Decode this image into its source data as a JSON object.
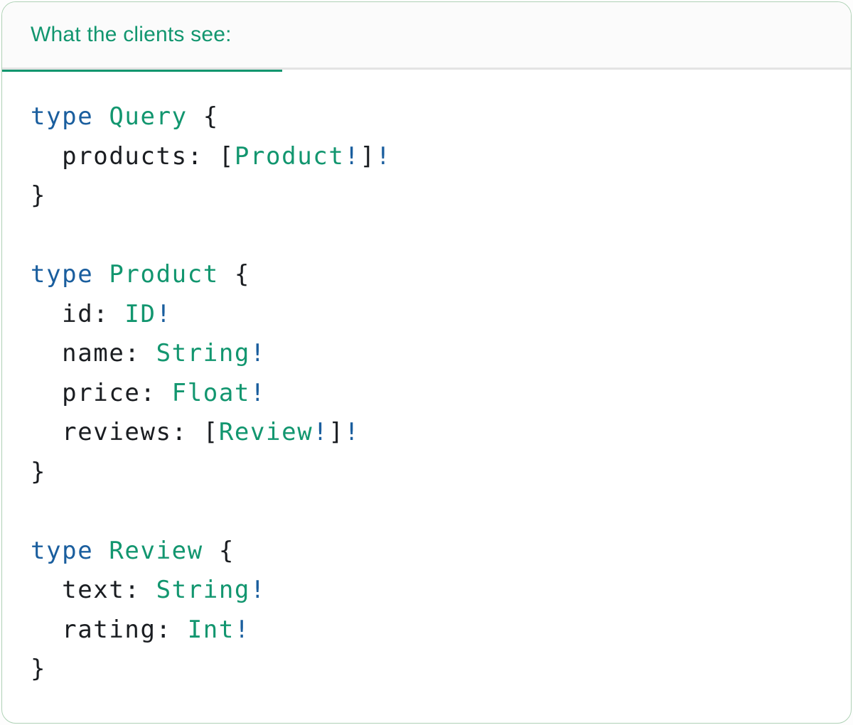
{
  "header": {
    "tab_label": "What the clients see:"
  },
  "colors": {
    "accent_green": "#12966F",
    "keyword_blue": "#1A5E9E",
    "code_plain": "#1A1D21",
    "header_bg": "#FBFBFB",
    "divider_gray": "#E3E3E3",
    "panel_border": "#AFD2B6",
    "panel_bg": "#FFFFFF"
  },
  "code": {
    "lines": [
      {
        "tokens": [
          {
            "t": "type",
            "c": "keyword"
          },
          {
            "t": " ",
            "c": "plain"
          },
          {
            "t": "Query",
            "c": "typename"
          },
          {
            "t": " {",
            "c": "plain"
          }
        ]
      },
      {
        "tokens": [
          {
            "t": "  products: [",
            "c": "plain"
          },
          {
            "t": "Product",
            "c": "typename"
          },
          {
            "t": "!",
            "c": "bang"
          },
          {
            "t": "]",
            "c": "plain"
          },
          {
            "t": "!",
            "c": "bang"
          }
        ]
      },
      {
        "tokens": [
          {
            "t": "}",
            "c": "plain"
          }
        ]
      },
      {
        "tokens": []
      },
      {
        "tokens": [
          {
            "t": "type",
            "c": "keyword"
          },
          {
            "t": " ",
            "c": "plain"
          },
          {
            "t": "Product",
            "c": "typename"
          },
          {
            "t": " {",
            "c": "plain"
          }
        ]
      },
      {
        "tokens": [
          {
            "t": "  id: ",
            "c": "plain"
          },
          {
            "t": "ID",
            "c": "typename"
          },
          {
            "t": "!",
            "c": "bang"
          }
        ]
      },
      {
        "tokens": [
          {
            "t": "  name: ",
            "c": "plain"
          },
          {
            "t": "String",
            "c": "typename"
          },
          {
            "t": "!",
            "c": "bang"
          }
        ]
      },
      {
        "tokens": [
          {
            "t": "  price: ",
            "c": "plain"
          },
          {
            "t": "Float",
            "c": "typename"
          },
          {
            "t": "!",
            "c": "bang"
          }
        ]
      },
      {
        "tokens": [
          {
            "t": "  reviews: [",
            "c": "plain"
          },
          {
            "t": "Review",
            "c": "typename"
          },
          {
            "t": "!",
            "c": "bang"
          },
          {
            "t": "]",
            "c": "plain"
          },
          {
            "t": "!",
            "c": "bang"
          }
        ]
      },
      {
        "tokens": [
          {
            "t": "}",
            "c": "plain"
          }
        ]
      },
      {
        "tokens": []
      },
      {
        "tokens": [
          {
            "t": "type",
            "c": "keyword"
          },
          {
            "t": " ",
            "c": "plain"
          },
          {
            "t": "Review",
            "c": "typename"
          },
          {
            "t": " {",
            "c": "plain"
          }
        ]
      },
      {
        "tokens": [
          {
            "t": "  text: ",
            "c": "plain"
          },
          {
            "t": "String",
            "c": "typename"
          },
          {
            "t": "!",
            "c": "bang"
          }
        ]
      },
      {
        "tokens": [
          {
            "t": "  rating: ",
            "c": "plain"
          },
          {
            "t": "Int",
            "c": "typename"
          },
          {
            "t": "!",
            "c": "bang"
          }
        ]
      },
      {
        "tokens": [
          {
            "t": "}",
            "c": "plain"
          }
        ]
      }
    ]
  }
}
